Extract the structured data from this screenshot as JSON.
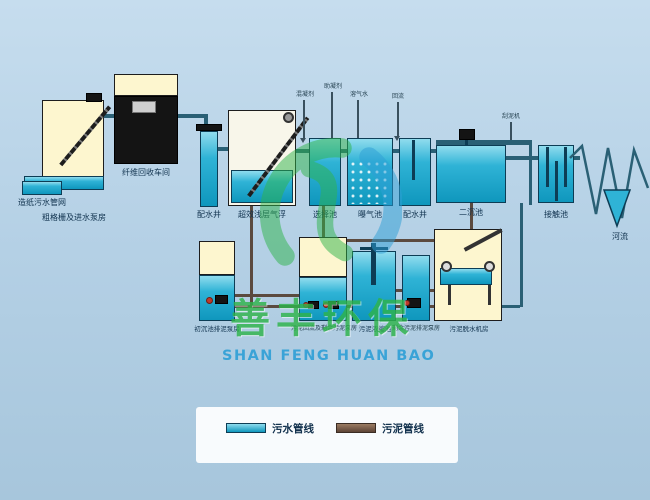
{
  "watermark": {
    "cn": "善丰环保",
    "en": "SHAN FENG HUAN BAO"
  },
  "legend": {
    "sewage_label": "污水管线",
    "sludge_label": "污泥管线"
  },
  "stages": {
    "pipe_network": "造纸污水管网",
    "coarse_screen": "粗格栅及进水泵房",
    "fiber_recovery": "纤维回收车间",
    "dist_well_1": "配水井",
    "daf": "超效浅层气浮",
    "selection_tank": "选择池",
    "aeration_tank": "曝气池",
    "dist_well_2": "配水井",
    "secondary_clarifier": "二沉池",
    "contact_tank": "接触池",
    "river": "河流",
    "primary_sludge_pump_house": "初沉池排泥泵房",
    "sludge_return_pump_house": "污泥回流及剩余污泥泵房",
    "sludge_thickener": "污泥浓缩池",
    "excess_sludge_pump_house": "剩余污泥排泥泵房",
    "dewatering_house": "污泥脱水机房"
  },
  "annotations": {
    "dosing_1": "混凝剂",
    "dosing_2": "助凝剂",
    "dissolved_air": "溶气水",
    "return_flow": "回流",
    "scraper": "刮泥机"
  },
  "colors": {
    "background": "#b4d0e5",
    "tank_fill": "#1fa9cf",
    "sewage_pipe": "#2a6075",
    "sludge_pipe": "#5b4a3f",
    "watermark_green": "#2fb44b",
    "watermark_blue": "#2e9fd6"
  }
}
